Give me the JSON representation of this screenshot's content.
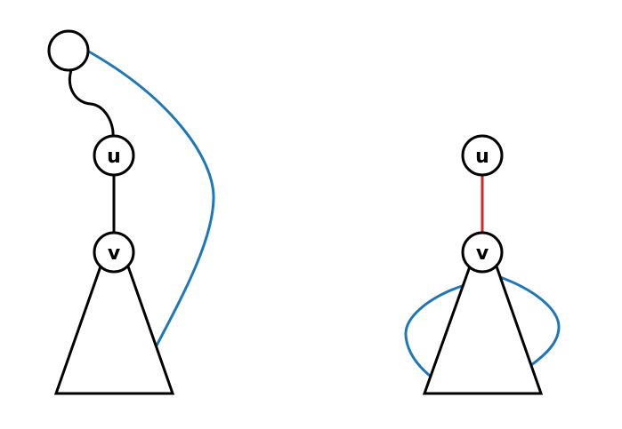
{
  "colors": {
    "background": "#ffffff",
    "stroke": "#000000",
    "back_edge": "#1f77b4",
    "highlight_edge": "#d62728"
  },
  "left_diagram": {
    "nodes": {
      "root": {
        "label": ""
      },
      "u": {
        "label": "u"
      },
      "v": {
        "label": "v"
      }
    },
    "subtree": "triangle"
  },
  "right_diagram": {
    "nodes": {
      "u": {
        "label": "u"
      },
      "v": {
        "label": "v"
      }
    },
    "subtree": "triangle"
  }
}
